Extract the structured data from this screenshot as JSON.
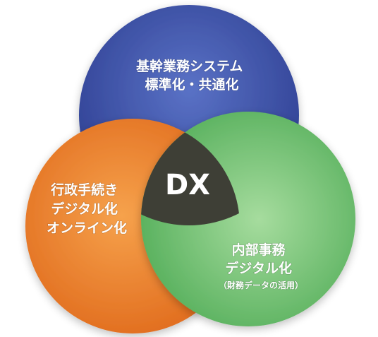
{
  "center": {
    "label": "DX",
    "color": "#3e3f36"
  },
  "circles": {
    "blue": {
      "line1": "基幹業務システム",
      "line2": "標準化・共通化",
      "color_light": "#5a72c6",
      "color_dark": "#2e3f92"
    },
    "orange": {
      "line1": "行政手続き",
      "line2": "デジタル化",
      "line3": "オンライン化",
      "color_light": "#f6a24c",
      "color_dark": "#e06a1c"
    },
    "green": {
      "line1": "内部事務",
      "line2": "デジタル化",
      "line3": "（財務データの活用）",
      "color_light": "#a6dc9e",
      "color_dark": "#52ad58"
    }
  }
}
